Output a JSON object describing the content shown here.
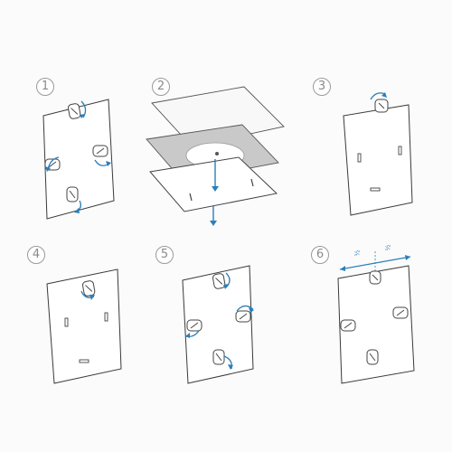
{
  "steps": [
    {
      "number": "1"
    },
    {
      "number": "2"
    },
    {
      "number": "3"
    },
    {
      "number": "4"
    },
    {
      "number": "5"
    },
    {
      "number": "6"
    }
  ],
  "step6_dimension_labels": [
    "½",
    "½"
  ],
  "colors": {
    "arrow": "#2a7fb8",
    "panel_stroke": "#3a3a3a",
    "panel_fill": "#ffffff",
    "board_fill": "#c9c9c9",
    "badge": "#9a9a9a"
  },
  "icons": [
    "rotate-clip-icon",
    "clip-icon",
    "slot-icon",
    "arrow-down-icon",
    "hanger-icon",
    "dimension-arrow-icon"
  ]
}
